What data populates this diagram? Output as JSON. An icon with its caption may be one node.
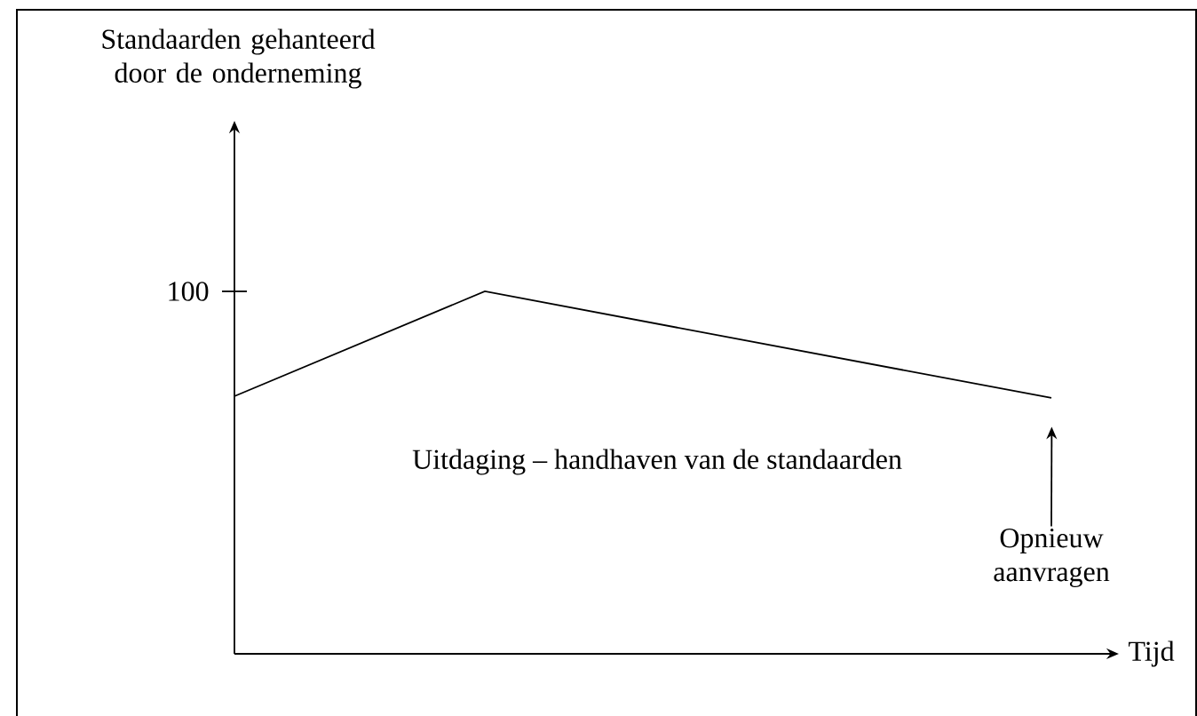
{
  "diagram": {
    "nodes": [
      {
        "text": [
          "Opnieuw aanvragen"
        ]
      },
      {
        "text": [],
        "shape": "line"
      }
    ],
    "edges": [
      {
        "from": 0,
        "to": 1,
        "arrow": "to"
      }
    ],
    "labels": [
      "Standaarden gehanteerd door de onderneming",
      "100",
      "Uitdaging – handhaven van de standaarden",
      "Tijd"
    ]
  }
}
